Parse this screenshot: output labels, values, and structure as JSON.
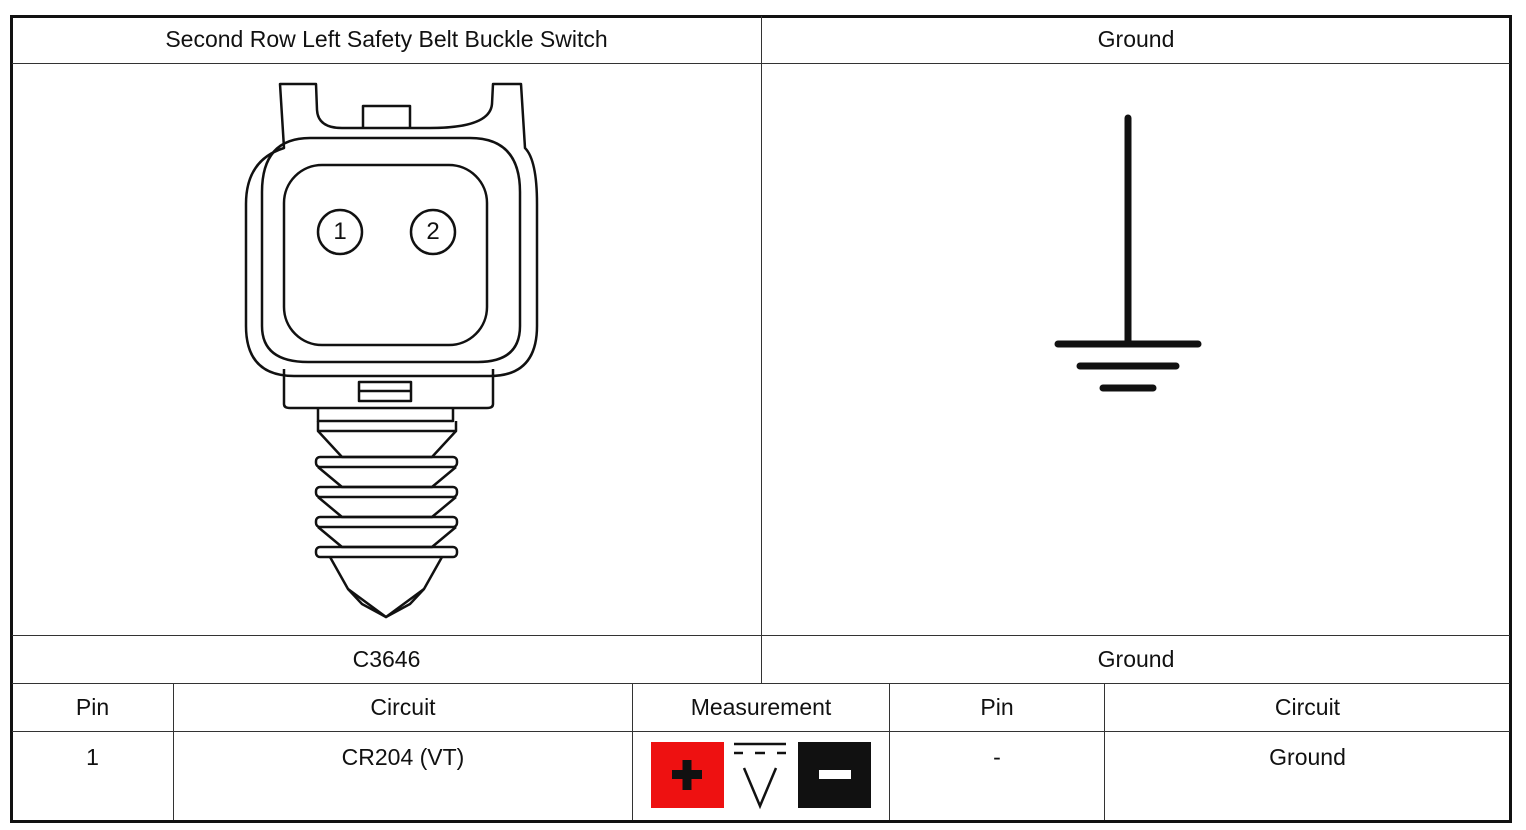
{
  "top_headers": {
    "left": "Second Row Left Safety Belt Buckle Switch",
    "right": "Ground"
  },
  "connector": {
    "pins": [
      "1",
      "2"
    ]
  },
  "bottom_labels": {
    "left": "C3646",
    "right": "Ground"
  },
  "table": {
    "headers": {
      "pin_left": "Pin",
      "circuit_left": "Circuit",
      "measurement": "Measurement",
      "pin_right": "Pin",
      "circuit_right": "Circuit"
    },
    "row": {
      "pin_left": "1",
      "circuit_left": "CR204 (VT)",
      "pin_right": "-",
      "circuit_right": "Ground"
    }
  },
  "measurement_icons": {
    "positive": {
      "name": "positive-probe-icon",
      "color": "#ee1111"
    },
    "meter": {
      "name": "dc-voltmeter-icon"
    },
    "negative": {
      "name": "negative-probe-icon",
      "color": "#111111"
    }
  }
}
